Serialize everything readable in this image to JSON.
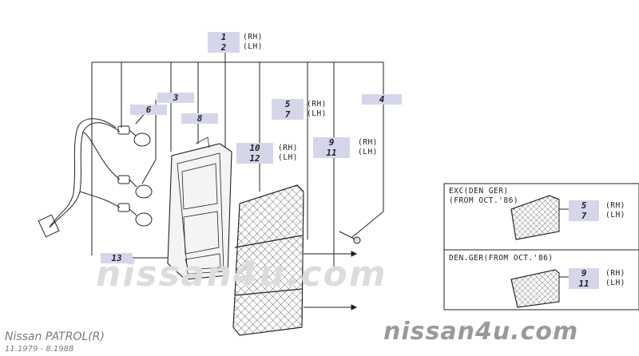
{
  "callouts": {
    "c1": {
      "num": "1",
      "side": "(RH)"
    },
    "c2": {
      "num": "2",
      "side": "(LH)"
    },
    "c3": {
      "num": "3"
    },
    "c4": {
      "num": "4"
    },
    "c5": {
      "num": "5",
      "side": "(RH)"
    },
    "c7": {
      "num": "7",
      "side": "(LH)"
    },
    "c6": {
      "num": "6"
    },
    "c8": {
      "num": "8"
    },
    "c10": {
      "num": "10",
      "side": "(RH)"
    },
    "c12": {
      "num": "12",
      "side": "(LH)"
    },
    "c9": {
      "num": "9",
      "side": "(RH)"
    },
    "c11": {
      "num": "11",
      "side": "(LH)"
    },
    "c13": {
      "num": "13"
    }
  },
  "inset_top": {
    "title_line1": "EXC(DEN GER)",
    "title_line2": "(FROM OCT.'86)",
    "c5": {
      "num": "5",
      "side": "(RH)"
    },
    "c7": {
      "num": "7",
      "side": "(LH)"
    }
  },
  "inset_bottom": {
    "title": "DEN.GER(FROM OCT.'86)",
    "c9": {
      "num": "9",
      "side": "(RH)"
    },
    "c11": {
      "num": "11",
      "side": "(LH)"
    }
  },
  "watermark": "nissan4u.com",
  "watermark_corner": "nissan4u.com",
  "caption": {
    "model": "Nissan PATROL(R)",
    "dates": "11.1979 - 8.1988"
  },
  "colors": {
    "callout_bg": "#d6d6ea",
    "line": "#222222"
  }
}
